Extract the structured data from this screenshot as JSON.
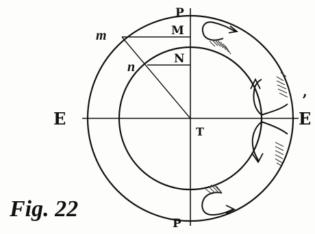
{
  "figure": {
    "caption": "Fig. 22",
    "labels": {
      "pole_top": "P",
      "pole_bottom": "P",
      "m_outer": "M",
      "n_inner": "N",
      "small_m": "m",
      "small_n": "n",
      "equator_left": "E",
      "equator_right": "E",
      "equator_right_mark": "’",
      "center": "T"
    },
    "colors": {
      "ink": "#111111",
      "paper": "#fdfdfb",
      "hatching": "#333333"
    }
  }
}
